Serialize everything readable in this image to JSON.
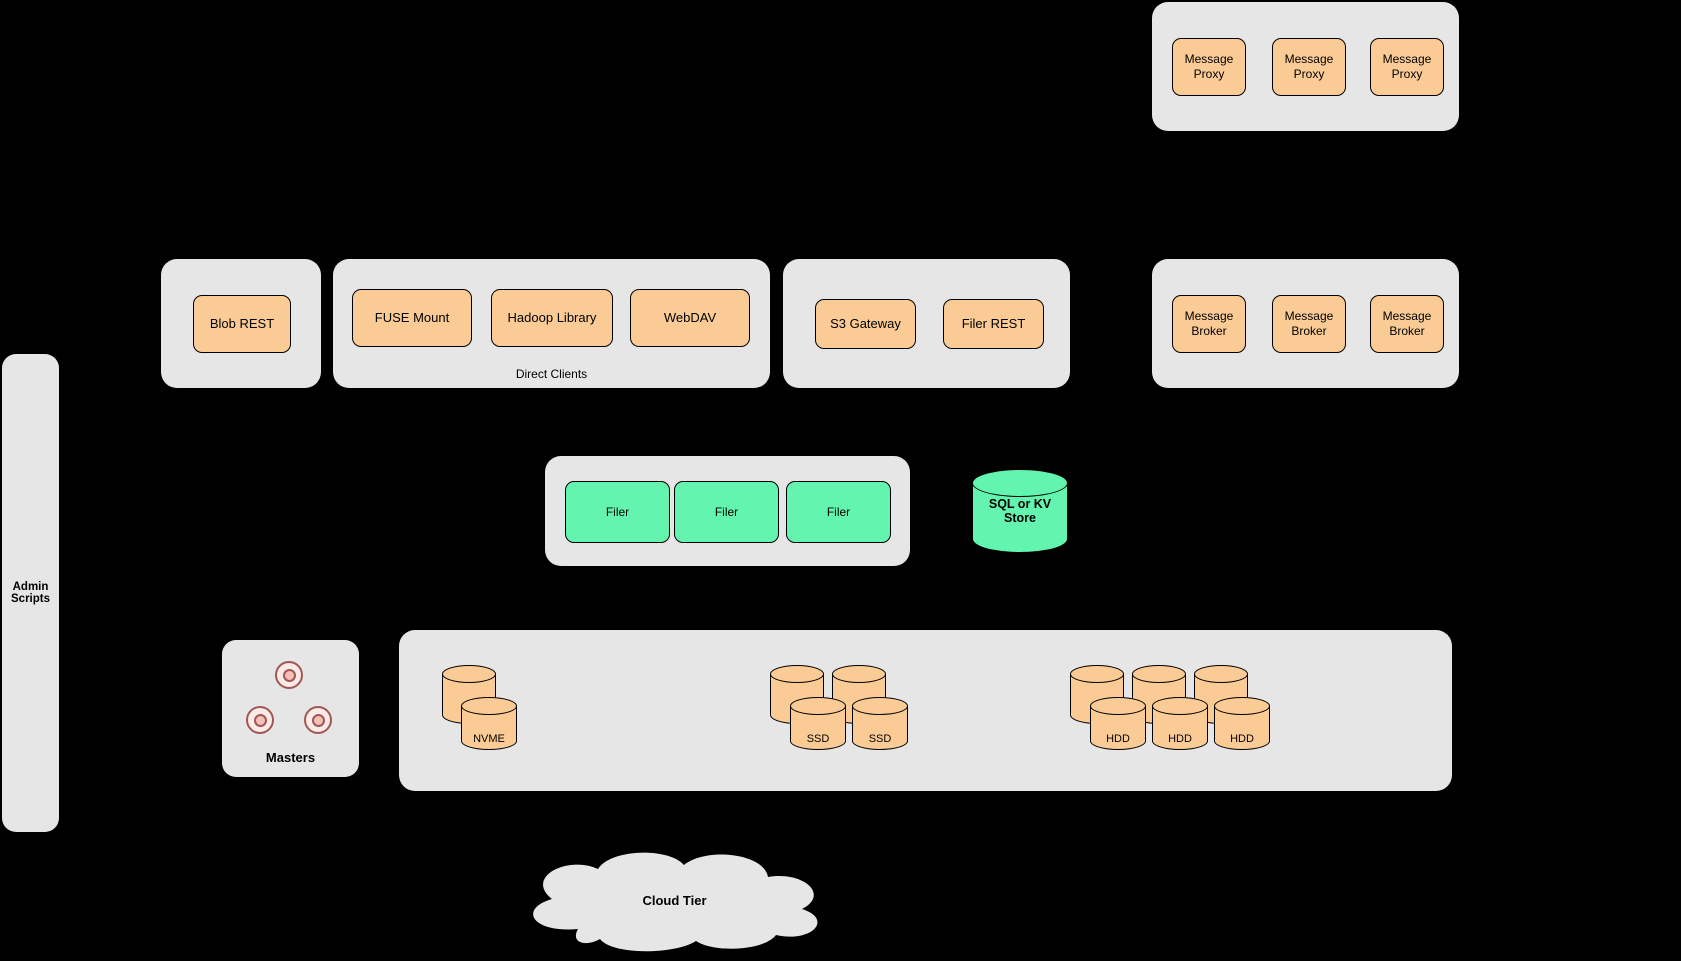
{
  "colors": {
    "background": "#000000",
    "container_fill": "#e6e6e6",
    "node_orange": "#fbcb96",
    "node_green": "#63f5af",
    "master_pink": "#f6c0ba",
    "border": "#000000"
  },
  "admin_panel": {
    "label": "Admin\nScripts"
  },
  "proxy_group": {
    "items": [
      "Message\nProxy",
      "Message\nProxy",
      "Message\nProxy"
    ]
  },
  "blob_group": {
    "items": [
      "Blob REST"
    ]
  },
  "direct_group": {
    "label": "Direct Clients",
    "items": [
      "FUSE Mount",
      "Hadoop Library",
      "WebDAV"
    ]
  },
  "gateway_group": {
    "items": [
      "S3 Gateway",
      "Filer REST"
    ]
  },
  "broker_group": {
    "items": [
      "Message\nBroker",
      "Message\nBroker",
      "Message\nBroker"
    ]
  },
  "filer_group": {
    "items": [
      "Filer",
      "Filer",
      "Filer"
    ]
  },
  "store": {
    "label": "SQL or KV\nStore"
  },
  "masters_group": {
    "label": "Masters"
  },
  "volume_group": {
    "nvme_label": "NVME",
    "ssd_labels": [
      "SSD",
      "SSD"
    ],
    "hdd_labels": [
      "HDD",
      "HDD",
      "HDD"
    ]
  },
  "cloud": {
    "label": "Cloud Tier"
  }
}
